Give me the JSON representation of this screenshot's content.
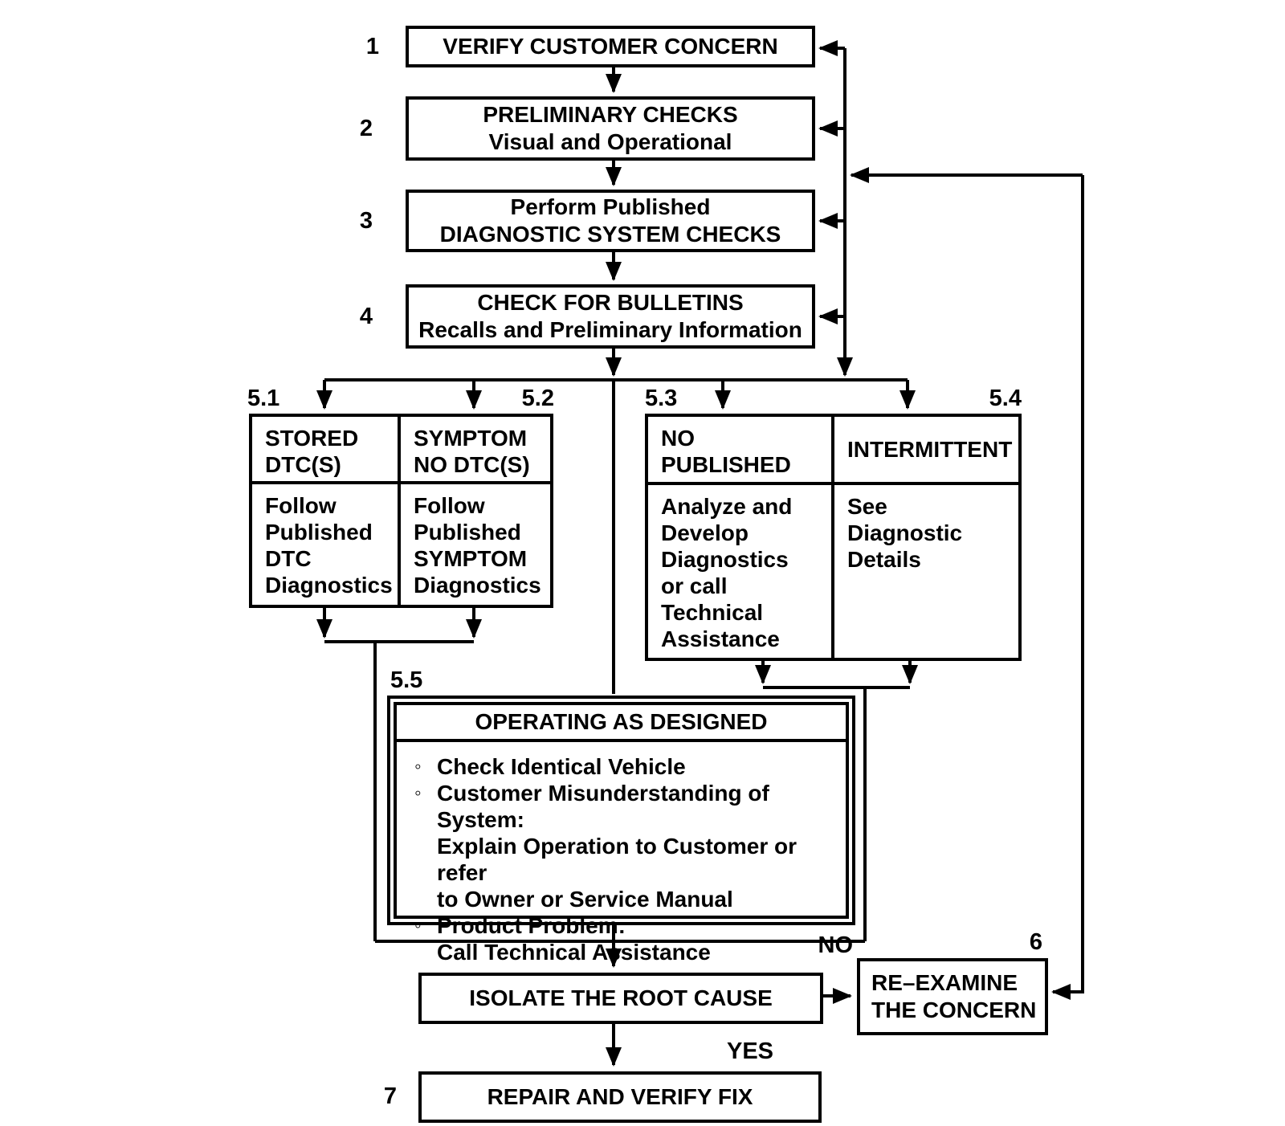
{
  "ink": "#000000",
  "background": "#ffffff",
  "steps": {
    "s1": {
      "num": "1",
      "text": "VERIFY CUSTOMER CONCERN"
    },
    "s2": {
      "num": "2",
      "text": "PRELIMINARY CHECKS\nVisual and Operational"
    },
    "s3": {
      "num": "3",
      "text": "Perform Published\nDIAGNOSTIC SYSTEM CHECKS"
    },
    "s4": {
      "num": "4",
      "text": "CHECK FOR BULLETINS\nRecalls and Preliminary Information"
    }
  },
  "branches": {
    "b51": {
      "num": "5.1",
      "header": "STORED\nDTC(S)",
      "body": "Follow\nPublished\nDTC\nDiagnostics"
    },
    "b52": {
      "num": "5.2",
      "header": "SYMPTOM\nNO DTC(S)",
      "body": "Follow\nPublished\nSYMPTOM\nDiagnostics"
    },
    "b53": {
      "num": "5.3",
      "header": "NO PUBLISHED\nDIAGNOSTICS",
      "body": "Analyze and\nDevelop\nDiagnostics\nor call\nTechnical\nAssistance"
    },
    "b54": {
      "num": "5.4",
      "header": "INTERMITTENT",
      "body": "See\nDiagnostic\nDetails"
    }
  },
  "operating": {
    "num": "5.5",
    "title": "OPERATING AS DESIGNED",
    "bullet_char": "◦",
    "items": [
      "Check Identical Vehicle",
      "Customer Misunderstanding of System:\nExplain Operation to Customer or refer\nto Owner or Service Manual",
      "Product Problem:\nCall Technical Assistance"
    ]
  },
  "bottom": {
    "isolate": "ISOLATE THE ROOT CAUSE",
    "no_label": "NO",
    "yes_label": "YES",
    "reexamine": {
      "num": "6",
      "text": "RE–EXAMINE\nTHE CONCERN"
    },
    "repair": {
      "num": "7",
      "text": "REPAIR AND VERIFY FIX"
    }
  }
}
